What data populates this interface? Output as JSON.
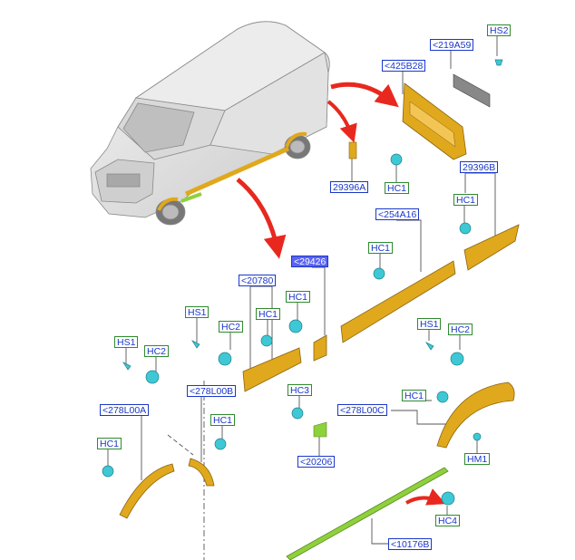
{
  "labels": {
    "l_219A59": "<219A59",
    "l_HS2_top": "HS2",
    "l_425B28": "<425B28",
    "l_29396A": "29396A",
    "l_HC1_door": "HC1",
    "l_29396B": "29396B",
    "l_HC1_b": "HC1",
    "l_254A16": "<254A16",
    "l_HC1_c": "HC1",
    "l_29426": "<29426",
    "l_20780": "<20780",
    "l_HC1_d": "HC1",
    "l_HS1_a": "HS1",
    "l_HC2_a": "HC2",
    "l_HC1_e": "HC1",
    "l_HS1_b": "HS1",
    "l_HC2_b": "HC2",
    "l_HS1_r": "HS1",
    "l_HC2_r": "HC2",
    "l_278L00B": "<278L00B",
    "l_HC3": "HC3",
    "l_HC1_f": "HC1",
    "l_278L00A": "<278L00A",
    "l_HC1_g": "HC1",
    "l_HC1_h": "HC1",
    "l_278L00C": "<278L00C",
    "l_20206": "<20206",
    "l_HM1": "HM1",
    "l_HC4": "HC4",
    "l_10176B": "<10176B"
  },
  "colors": {
    "part_fill": "#e0a81c",
    "part_edge": "#8a6410",
    "clip_fill": "#3ec8d6",
    "arrow_red": "#e8281e",
    "label_blue": "#1a37c9",
    "label_green": "#2f8a2f",
    "selected_fill": "#5b63f0",
    "green_part": "#8fd13c"
  },
  "icons": {
    "clip": "push-clip-icon",
    "screw": "screw-icon"
  }
}
